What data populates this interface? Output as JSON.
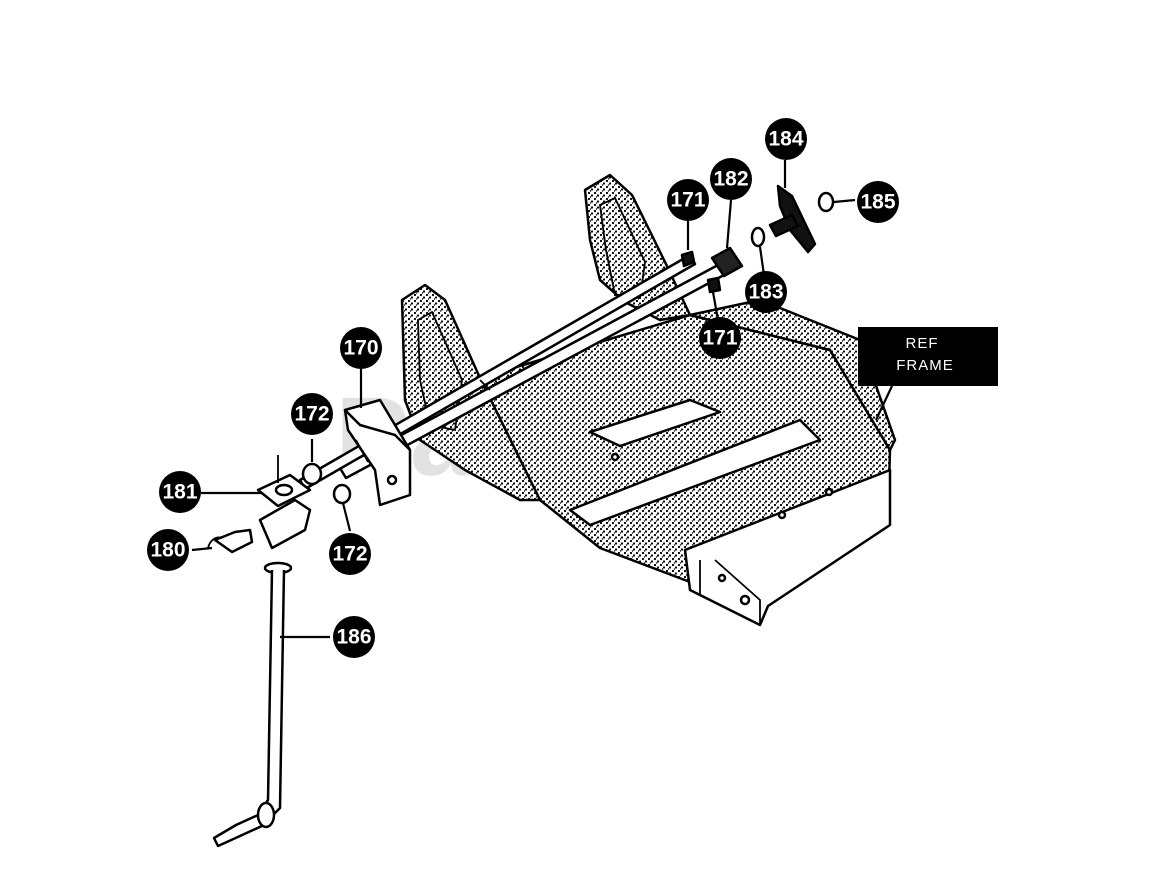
{
  "watermark": "PartsTree",
  "ref_label": {
    "line1": "REF",
    "line2": "FRAME"
  },
  "callouts": {
    "c170": "170",
    "c171_top": "171",
    "c171_bottom": "171",
    "c172_top": "172",
    "c172_bottom": "172",
    "c180": "180",
    "c181": "181",
    "c182": "182",
    "c183": "183",
    "c184": "184",
    "c185": "185",
    "c186": "186"
  }
}
